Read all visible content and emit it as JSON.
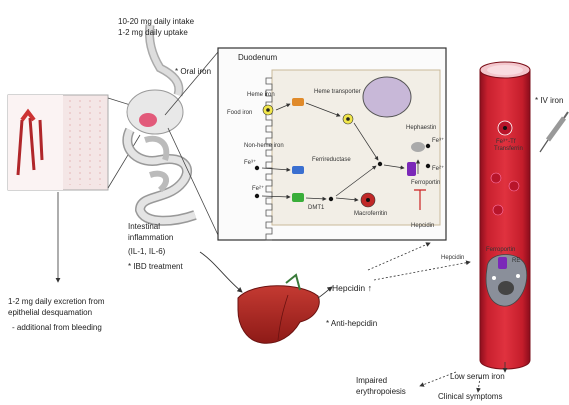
{
  "intake": {
    "line1": "10-20 mg daily intake",
    "line2": "1-2 mg daily uptake"
  },
  "oral_iron": "* Oral iron",
  "duodenum_title": "Duodenum",
  "enterocyte": {
    "heme_iron": "Heme iron",
    "food_iron": "Food iron",
    "heme_transporter": "Heme transporter",
    "nonheme_iron": "Non-heme iron",
    "fe3": "Fe³⁺",
    "ferrireductase": "Ferrireductase",
    "fe2": "Fe²⁺",
    "dmt1": "DMT1",
    "macroferritin": "Macroferritin",
    "hephaestin": "Hephaestin",
    "fe3_out": "Fe³⁺",
    "ferroportin": "Ferroportin",
    "fe2_out": "Fe²⁺",
    "hepcidin": "Hepcidin"
  },
  "excretion": {
    "line1": "1-2 mg daily excretion from",
    "line2": "epithelial desquamation",
    "line3": "- additional from bleeding"
  },
  "inflammation": {
    "line1": "Intestinal",
    "line2": "inflammation",
    "line3": "(IL-1, IL-6)",
    "line4": "* IBD treatment"
  },
  "liver_hepcidin": "Hepcidin",
  "hepcidin_arrow_label": "Hepcidin",
  "anti_hepcidin": "* Anti-hepcidin",
  "blood_vessel": {
    "iv_iron": "* IV iron",
    "transferrin": "Fe³⁺-Tf",
    "transferrin2": "Transferrin",
    "ferroportin_macrophage": "Ferroportin",
    "macrophage": "RE"
  },
  "outcomes": {
    "low_serum_iron": "Low serum iron",
    "impaired": "Impaired",
    "erythropoiesis": "erythropoiesis",
    "clinical_symptoms": "Clinical symptoms"
  }
}
